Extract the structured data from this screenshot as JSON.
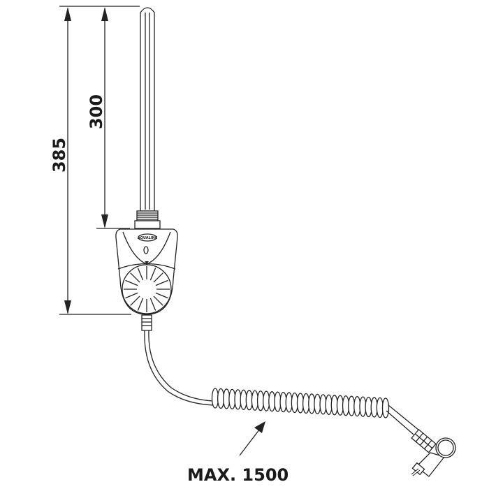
{
  "dimensions": {
    "total_length": "385",
    "element_length": "300",
    "cable_length": "MAX. 1500"
  },
  "logo_text": "AQUALINE"
}
